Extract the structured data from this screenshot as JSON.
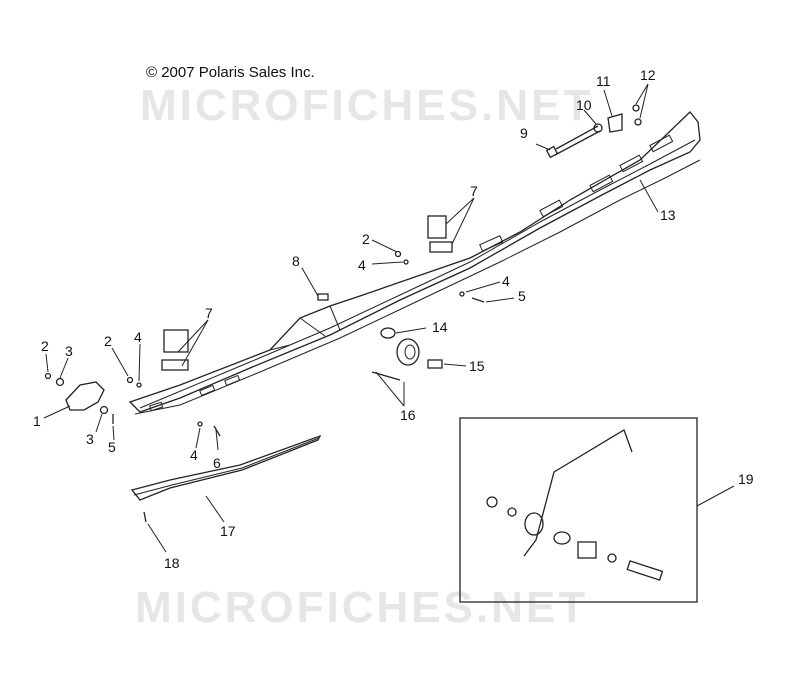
{
  "copyright": "© 2007 Polaris Sales Inc.",
  "watermark": "MICROFICHES.NET",
  "callouts": {
    "c1": "1",
    "c2a": "2",
    "c2b": "2",
    "c2c": "2",
    "c3a": "3",
    "c3b": "3",
    "c4a": "4",
    "c4b": "4",
    "c4c": "4",
    "c4d": "4",
    "c5a": "5",
    "c5b": "5",
    "c6": "6",
    "c7a": "7",
    "c7b": "7",
    "c8": "8",
    "c9": "9",
    "c10": "10",
    "c11": "11",
    "c12": "12",
    "c13": "13",
    "c14": "14",
    "c15": "15",
    "c16": "16",
    "c17": "17",
    "c18": "18",
    "c19": "19"
  },
  "colors": {
    "line": "#222222",
    "watermark": "#e6e6e6"
  }
}
